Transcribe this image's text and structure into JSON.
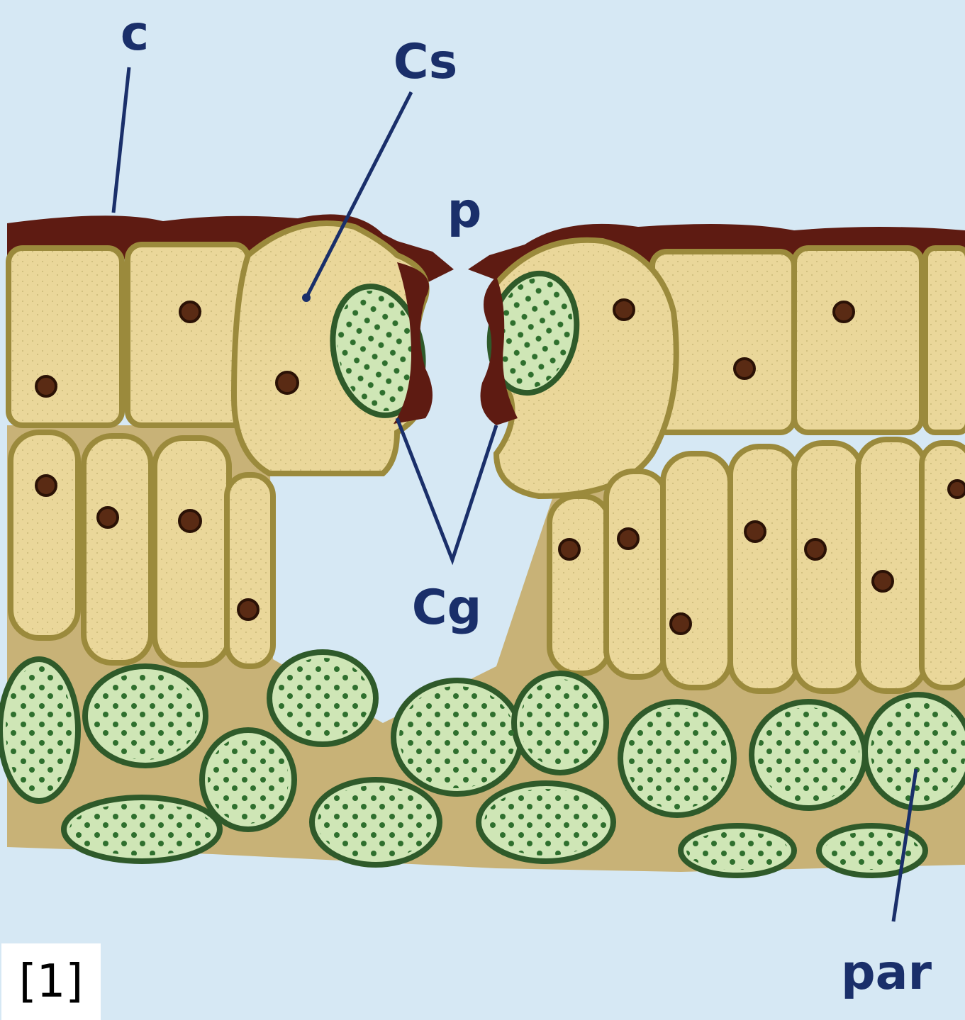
{
  "labels": {
    "c": "c",
    "cs": "Cs",
    "p": "p",
    "cg": "Cg",
    "par": "par"
  },
  "figure_tag": "[1]",
  "colors": {
    "background": "#d6e8f4",
    "cuticle": "#5e1b12",
    "epidermal_cell": "#ead79a",
    "cell_wall": "#9b8a3c",
    "nucleus": "#5a2b14",
    "chloroplast_cell": "#cfe6b6",
    "chloroplast": "#2f6f2e",
    "label": "#1a2f6a"
  },
  "icons": [
    "stoma-cross-section-diagram"
  ]
}
